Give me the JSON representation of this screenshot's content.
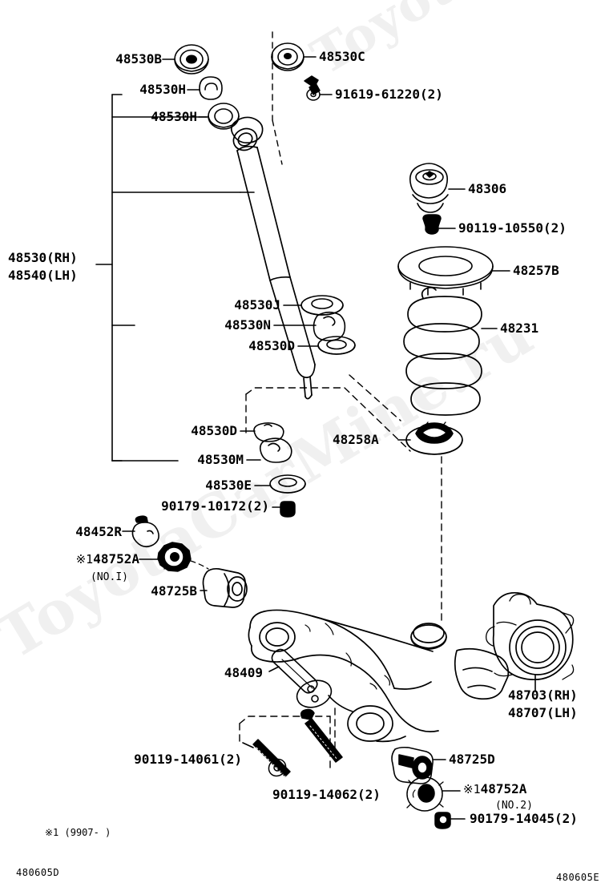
{
  "diagram": {
    "title": "Toyota rear suspension exploded parts diagram",
    "corner_code_left": "480605D",
    "corner_code_right": "480605E",
    "footnote": "※1 (9907-   )",
    "watermark_primary": "ToyotaCarMine.ru",
    "watermark_secondary": "ToyotaCarMine.ru",
    "line_color": "#000000",
    "background_color": "#ffffff"
  },
  "callouts": {
    "shock_upper_cushion": "48530B",
    "shock_bush_1": "48530H",
    "shock_bush_2": "48530H",
    "shock_cushion_top": "48530C",
    "bolt_91619": "91619-61220(2)",
    "bumper_48306": "48306",
    "nut_90119_10550": "90119-10550(2)",
    "insulator_48257B": "48257B",
    "coil_spring_48231": "48231",
    "absorber_rh": "48530(RH)",
    "absorber_lh": "48540(LH)",
    "retainer_48530J": "48530J",
    "bush_48530N": "48530N",
    "washer_48530D_upper": "48530D",
    "washer_48530D_lower": "48530D",
    "cushion_48530M": "48530M",
    "retainer_48530E": "48530E",
    "nut_90179_10172": "90179-10172(2)",
    "seat_48258A": "48258A",
    "stopper_48452R": "48452R",
    "cam_48752A_no1": "48752A",
    "cam_48752A_no1_sub": "(NO.I)",
    "bush_48725B": "48725B",
    "bolt_48409": "48409",
    "bolt_90119_14061": "90119-14061(2)",
    "bolt_90119_14062": "90119-14062(2)",
    "bush_48725D": "48725D",
    "cam_48752A_no2": "48752A",
    "cam_48752A_no2_sub": "(NO.2)",
    "nut_90179_14045": "90179-14045(2)",
    "carrier_rh": "48703(RH)",
    "carrier_lh": "48707(LH)",
    "reference_mark": "※1"
  }
}
